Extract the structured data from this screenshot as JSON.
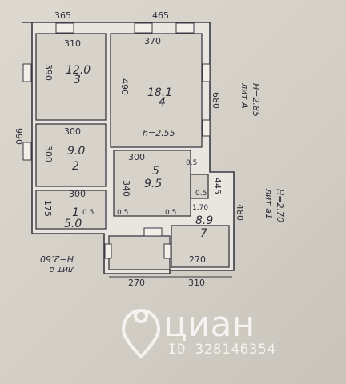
{
  "plan": {
    "rooms": [
      {
        "num": "3",
        "area": "12.0",
        "width": "310",
        "length": "390"
      },
      {
        "num": "4",
        "area": "18.1",
        "length": "490"
      },
      {
        "num": "2",
        "area": "9.0",
        "width": "300",
        "length": "300"
      },
      {
        "num": "5",
        "area": "9.5",
        "width": "300",
        "length": "340"
      },
      {
        "num": "1",
        "area": "5.0",
        "width": "300",
        "length": "175"
      },
      {
        "num": "7",
        "area": "8.9"
      }
    ],
    "outer_dims": {
      "top_left": "365",
      "top_right": "465",
      "room4_width": "370",
      "left_height": "990",
      "right_height": "680",
      "right_lower_height": "445",
      "annex_height": "480",
      "bottom_left": "270",
      "bottom_right": "310",
      "annex_width": "270"
    },
    "small_dims": [
      "0.5",
      "0.5",
      "0.5",
      "0.5",
      "0.5",
      "1.70"
    ],
    "ceiling_note": "h=2.55",
    "lit_labels": [
      {
        "name": "лит А",
        "height": "H=2.85"
      },
      {
        "name": "лит а1",
        "height": "H=2.70"
      },
      {
        "name": "лит а",
        "height": "H=2.60"
      }
    ]
  },
  "watermark": {
    "brand": "циан",
    "id": "ID 328146354"
  }
}
